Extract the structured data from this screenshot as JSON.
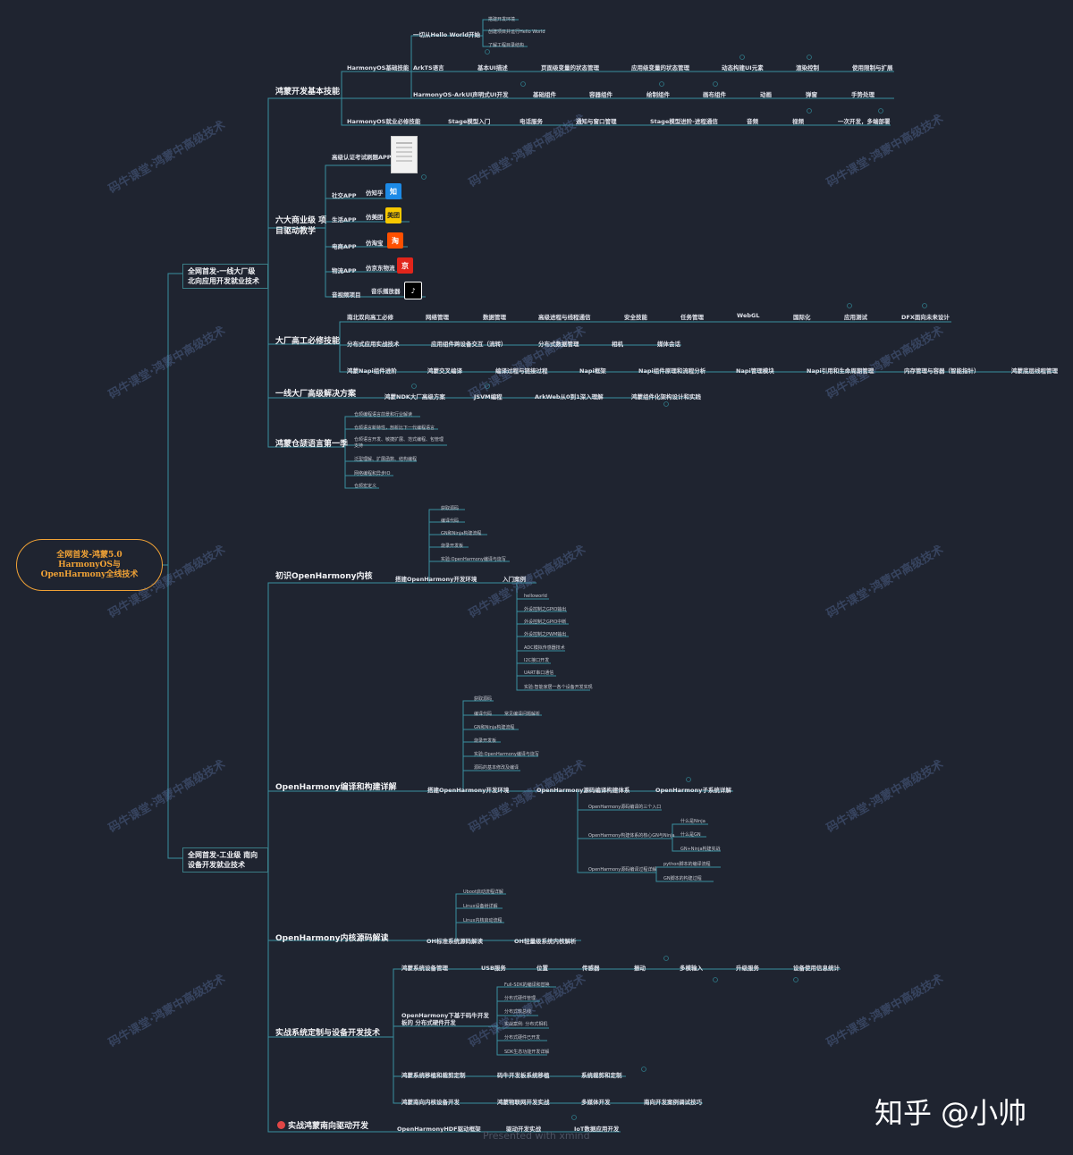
{
  "root": {
    "label": "全网首发-鸿蒙5.0 HarmonyOS与 OpenHarmony全线技术"
  },
  "north": {
    "label": "全网首发-一线大厂级 北向应用开发就业技术",
    "sections": {
      "basics": {
        "label": "鸿蒙开发基本技能",
        "groups": {
          "harmony_basic": "HarmonyOS基础技能",
          "hello": "一切从Hello World开始",
          "hello_items": [
            "搭建开发环境",
            "创建项目并运行Hello World",
            "了解工程目录结构"
          ],
          "arkts": "ArkTS语言",
          "arkts_items": [
            "基本UI描述",
            "页面级变量的状态管理",
            "应用级变量的状态管理",
            "动态构建UI元素",
            "渲染控制",
            "使用限制与扩展"
          ],
          "arkui": "HarmonyOS-ArkUI声明式UI开发",
          "arkui_items": [
            "基础组件",
            "容器组件",
            "绘制组件",
            "画布组件",
            "动画",
            "弹窗",
            "手势处理"
          ],
          "must": "HarmonyOS就业必修技能",
          "must_items": [
            "Stage模型入门",
            "电话服务",
            "通知与窗口管理",
            "Stage模型进阶-进程通信",
            "音频",
            "视频",
            "一次开发，多端部署"
          ]
        }
      },
      "projects": {
        "label": "六大商业级 项目驱动教学",
        "cert": "高级认证考试刷题APP",
        "apps": [
          {
            "cat": "社交APP",
            "name": "仿知乎",
            "icon": "知",
            "color": "#1c8ae6"
          },
          {
            "cat": "生活APP",
            "name": "仿美团",
            "icon": "美团",
            "color": "#f7c800"
          },
          {
            "cat": "电商APP",
            "name": "仿淘宝",
            "icon": "淘",
            "color": "#ff5000"
          },
          {
            "cat": "物流APP",
            "name": "仿京东物流",
            "icon": "京",
            "color": "#e1251b"
          },
          {
            "cat": "音视频项目",
            "name": "音乐播放器",
            "icon": "♪",
            "color": "#000000"
          }
        ]
      },
      "advanced": {
        "label": "大厂高工必修技能",
        "row1": [
          "南北双向高工必修",
          "网络管理",
          "数据管理",
          "高级进程与线程通信",
          "安全技能",
          "任务管理",
          "WebGL",
          "国际化",
          "应用测试",
          "DFX面向未来设计"
        ],
        "row2": [
          "分布式应用实战技术",
          "应用组件跨设备交互（流转）",
          "分布式数据管理",
          "相机",
          "媒体会话"
        ],
        "row3": [
          "鸿蒙Napi组件进阶",
          "鸿蒙交叉编译",
          "编译过程与链接过程",
          "Napi框架",
          "Napi组件原理和流程分析",
          "Napi管理模块",
          "Napi引用和生命周期管理",
          "内存管理与容器（智能指针）",
          "鸿蒙底层线程管理"
        ]
      },
      "solutions": {
        "label": "一线大厂高级解决方案",
        "items": [
          "鸿蒙NDK大厂高级方案",
          "JSVM编程",
          "ArkWeb从0到1深入理解",
          "鸿蒙组件化架构设计和实践"
        ]
      },
      "cangjie": {
        "label": "鸿蒙仓颉语言第一季",
        "items": [
          "仓颉编程语言前景和行业解读",
          "仓颉语言新特性，剖析比下一代编程语言",
          "仓颉语言开发、敏捷扩展、范式编程、包管理支持",
          "泛型理解、扩展函数、结构编程",
          "网络编程和异步IO",
          "仓颉宏定义"
        ]
      }
    }
  },
  "south": {
    "label": "全网首发-工业级 南向设备开发就业技术",
    "sections": {
      "kernel_intro": {
        "label": "初识OpenHarmony内核",
        "env": "搭建OpenHarmony开发环境",
        "env_items": [
          "获取源码",
          "编译代码",
          "GN和Ninja构建流程",
          "烧录开发板",
          "实验:OpenHarmony编译与烧写"
        ],
        "cases": "入门案例",
        "case_items": [
          "helloworld",
          "外设控制之GPIO输出",
          "外设控制之GPIO中断",
          "外设控制之PWM输出",
          "ADC模拟传感器技术",
          "I2C接口开发",
          "UART串口通信",
          "实验:智能家居一各个设备开发实现"
        ]
      },
      "build": {
        "label": "OpenHarmony编译和构建详解",
        "env": "搭建OpenHarmony开发环境",
        "env_items": [
          "获取源码",
          "编译代码",
          "GN和Ninja构建流程",
          "烧录开发板",
          "实验:OpenHarmony编译与烧写",
          "源码的基本修改及编译"
        ],
        "env_extra": "常见编译问题解析",
        "system": "OpenHarmony源码编译构建体系",
        "sub": "OpenHarmony子系统详解",
        "system_items": [
          "OpenHarmony源码编译的三个入口",
          "OpenHarmony构建体系的核心GN与Ninja",
          "OpenHarmony源码编译过程详解"
        ],
        "gn_items": [
          "什么是Ninja",
          "什么是GN",
          "GN+Ninja构建实战"
        ],
        "proc_items": [
          "python脚本的编译流程",
          "GN脚本的构建过程"
        ]
      },
      "kernel_src": {
        "label": "OpenHarmony内核源码解读",
        "std": "OH标准系统源码解读",
        "std_items": [
          "Uboot启动流程详解",
          "Linux设备树详解",
          "Linux内核启动流程"
        ],
        "lite": "OH轻量级系统内核解析"
      },
      "custom": {
        "label": "实战系统定制与设备开发技术",
        "row1": [
          "鸿蒙系统设备管理",
          "USB服务",
          "位置",
          "传感器",
          "振动",
          "多模输入",
          "升级服务",
          "设备使用信息统计"
        ],
        "dist": "OpenHarmony下基于码牛开发板的 分布式硬件开发",
        "dist_items": [
          "Full-SDK的编译和替换",
          "分布式硬件管理",
          "分布式软总线",
          "实战案例: 分布式相机",
          "分布式硬件已开发",
          "SDK生态功能开发详解"
        ],
        "row3": [
          "鸿蒙系统移植和裁剪定制",
          "码牛开发板系统移植",
          "系统裁剪和定制"
        ],
        "row4": [
          "鸿蒙南向内核设备开发",
          "鸿蒙物联网开发实战",
          "多媒体开发",
          "南向开发案例调试技巧"
        ]
      },
      "driver": {
        "label": "实战鸿蒙南向驱动开发",
        "items": [
          "OpenHarmonyHDF驱动框架",
          "驱动开发实战",
          "IoT数据应用开发"
        ]
      }
    }
  },
  "watermark": "码牛课堂·鸿蒙中高级技术",
  "brand": "知乎 @小帅",
  "presented": "Presented with xmind",
  "colors": {
    "background": "#1f2430",
    "line": "#3a8fa0",
    "root": "#f0a236"
  }
}
